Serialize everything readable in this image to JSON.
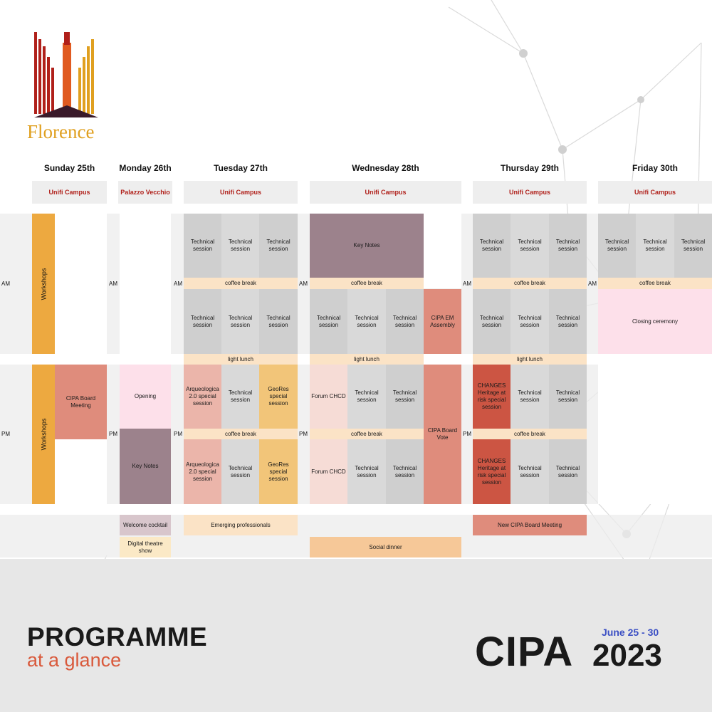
{
  "logo": {
    "city": "Florence"
  },
  "days": [
    {
      "name": "Sunday 25th",
      "venue": "Unifi Campus"
    },
    {
      "name": "Monday 26th",
      "venue": "Palazzo Vecchio"
    },
    {
      "name": "Tuesday 27th",
      "venue": "Unifi Campus"
    },
    {
      "name": "Wednesday 28th",
      "venue": "Unifi Campus"
    },
    {
      "name": "Thursday 29th",
      "venue": "Unifi Campus"
    },
    {
      "name": "Friday 30th",
      "venue": "Unifi Campus"
    }
  ],
  "labels": {
    "am": "AM",
    "pm": "PM"
  },
  "sessions": {
    "workshops": "Workshops",
    "technical": "Technical session",
    "coffee": "coffee break",
    "lunch": "light lunch",
    "keynotes_wed": "Key Notes",
    "keynotes_mon": "Key Notes",
    "cipa_board_meeting": "CIPA Board Meeting",
    "opening": "Opening",
    "arqueologica": "Arqueologica 2.0 special session",
    "geores": "GeoRes special session",
    "forum": "Forum CHCD",
    "cipa_em": "CIPA EM Assembly",
    "cipa_vote": "CIPA Board Vote",
    "changes": "CHANGES Heritage at risk special session",
    "closing": "Closing ceremony"
  },
  "evening": {
    "welcome": "Welcome cocktail",
    "theatre": "Digital theatre show",
    "emerging": "Emerging professionals",
    "social": "Social dinner",
    "new_board": "New CIPA Board Meeting"
  },
  "footer": {
    "title": "PROGRAMME",
    "subtitle": "at a glance",
    "brand": "CIPA",
    "year": "2023",
    "dates": "June 25 - 30"
  },
  "colors": {
    "accent_red": "#b0201a",
    "workshop": "#eda940",
    "technical": "#cfcfcf",
    "break": "#fbe3c6",
    "keynote": "#9c828c",
    "cipa": "#df8c7c",
    "changes": "#cc5543",
    "opening": "#fde0ea",
    "arqueologica": "#ebb5aa",
    "geores": "#f2c579",
    "forum": "#f6dcd6",
    "social": "#f6c898",
    "subtitle": "#d9593b",
    "dates": "#3b4fc4"
  }
}
